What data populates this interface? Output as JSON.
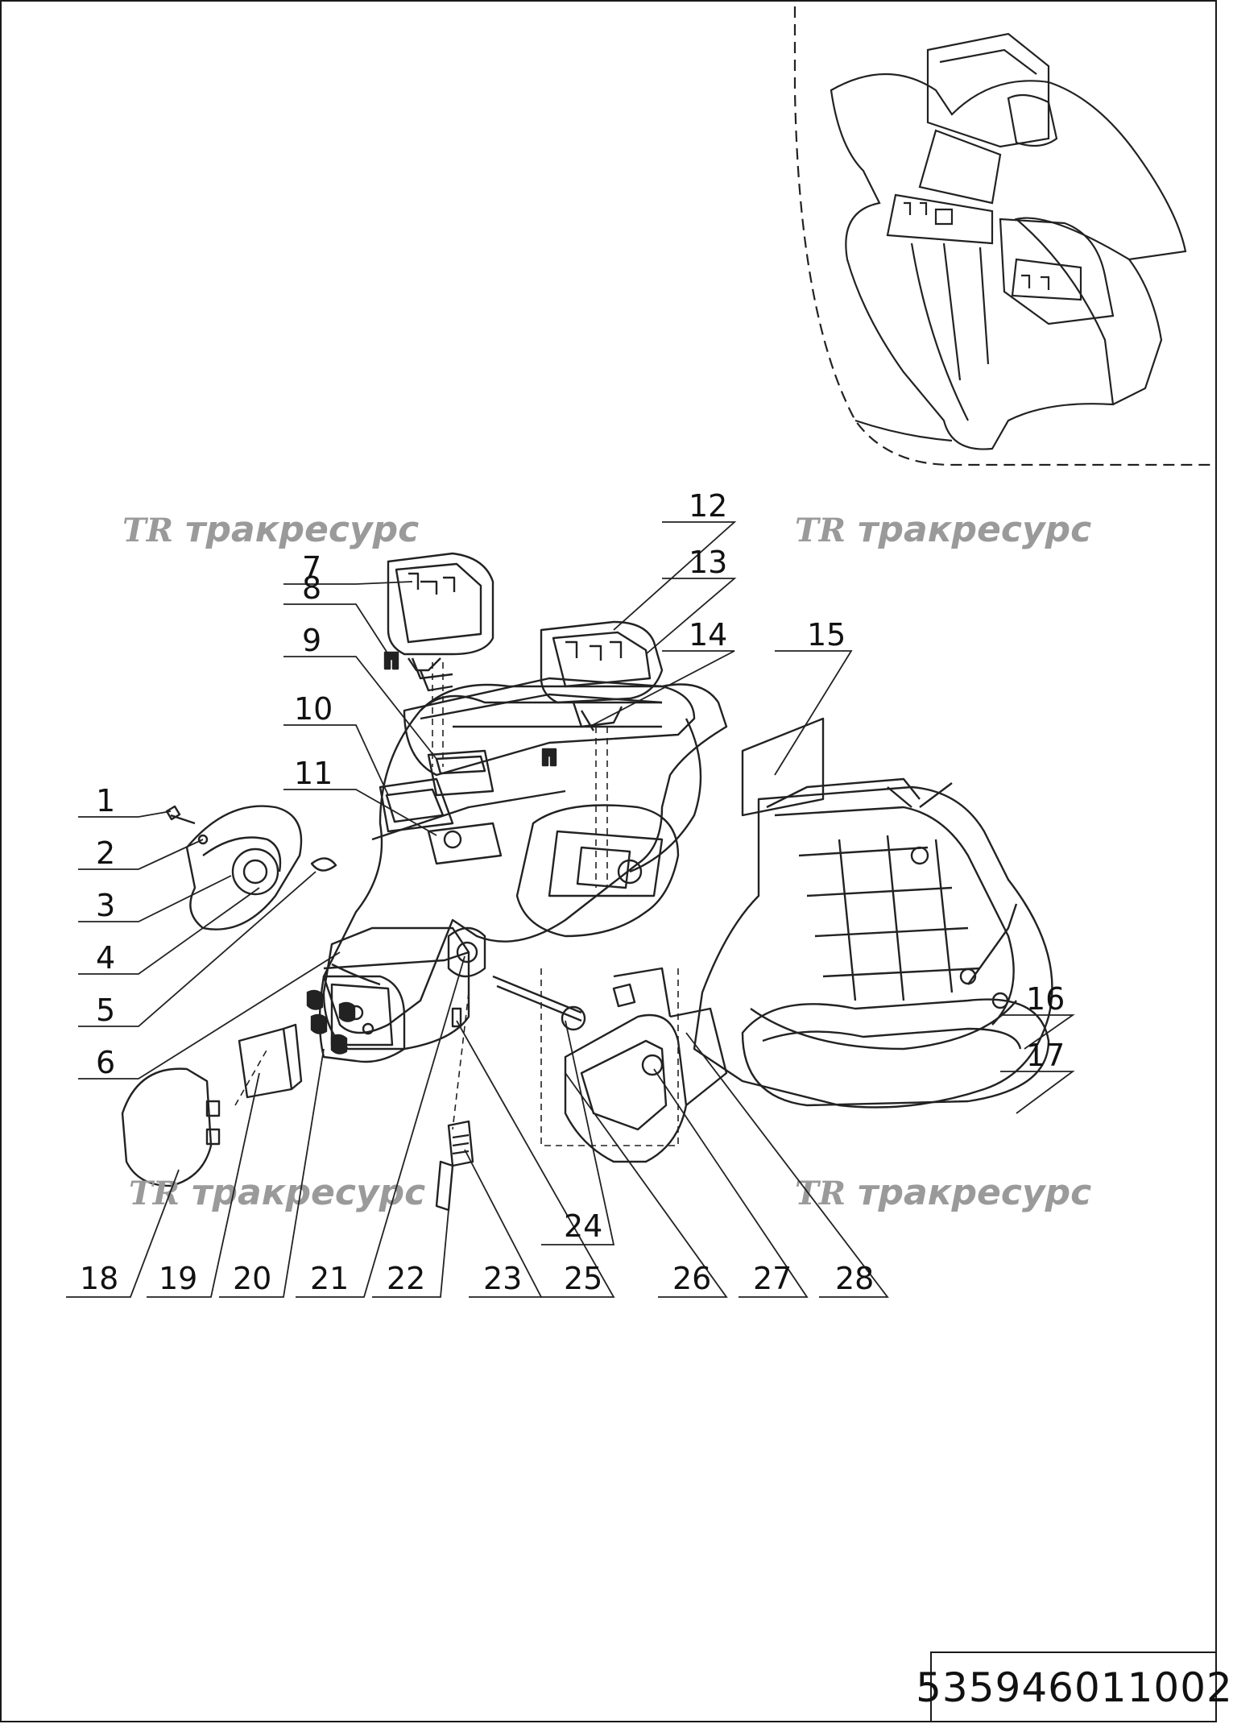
{
  "drawing_number": "535946011002",
  "watermark": {
    "logo": "TR",
    "text": "тракресурс"
  },
  "callouts": [
    "1",
    "2",
    "3",
    "4",
    "5",
    "6",
    "7",
    "8",
    "9",
    "10",
    "11",
    "12",
    "13",
    "14",
    "15",
    "16",
    "17",
    "18",
    "19",
    "20",
    "21",
    "22",
    "23",
    "24",
    "25",
    "26",
    "27",
    "28"
  ]
}
